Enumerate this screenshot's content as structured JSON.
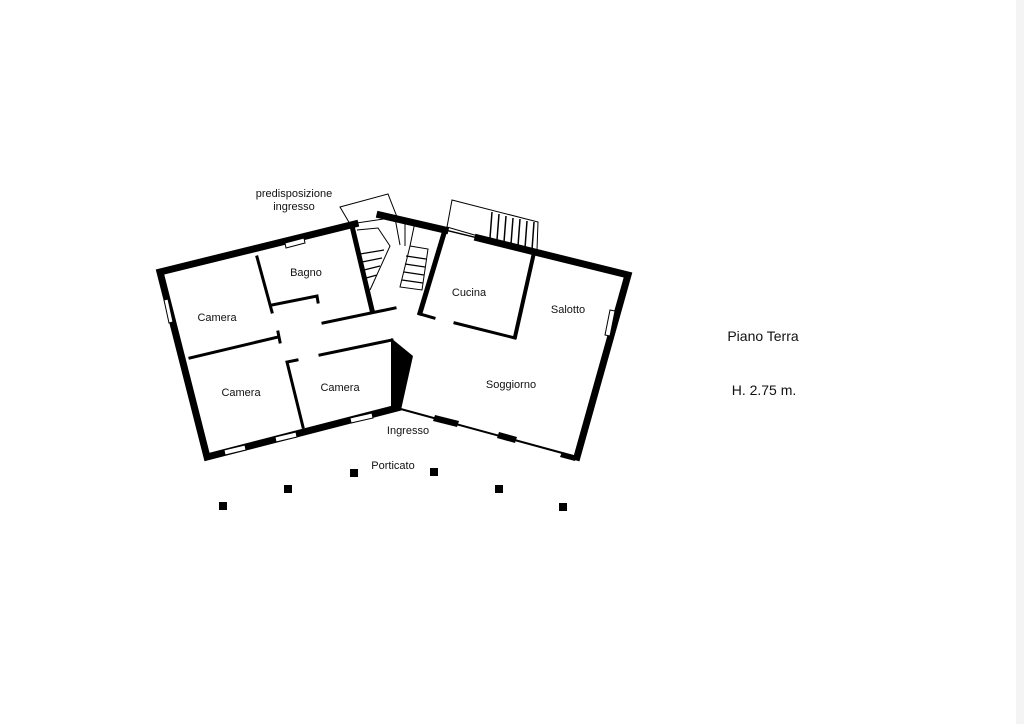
{
  "plan": {
    "title": "Piano Terra",
    "height_note": "H. 2.75 m.",
    "rooms": {
      "camera_left_top": "Camera",
      "camera_left_bottom": "Camera",
      "camera_middle": "Camera",
      "bagno": "Bagno",
      "cucina": "Cucina",
      "salotto": "Salotto",
      "soggiorno": "Soggiorno"
    },
    "annotations": {
      "predisposizione_line1": "predisposizione",
      "predisposizione_line2": "ingresso",
      "ingresso": "Ingresso",
      "porticato": "Porticato"
    }
  }
}
